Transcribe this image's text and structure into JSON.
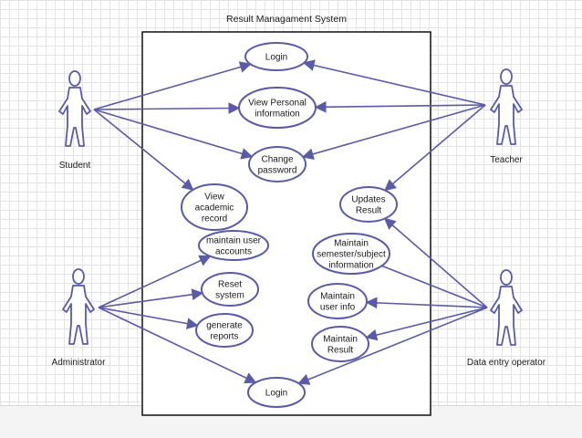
{
  "title": "Result Managament System",
  "colors": {
    "line": "#5a5aa6",
    "border": "#111111",
    "actor": "#5a5aa6"
  },
  "actors": {
    "student": "Student",
    "teacher": "Teacher",
    "administrator": "Administrator",
    "data_entry_operator": "Data entry operator"
  },
  "use_cases": {
    "login_top": [
      "Login"
    ],
    "view_personal_information": [
      "View Personal",
      "information"
    ],
    "change_password": [
      "Change",
      "password"
    ],
    "view_academic_record": [
      "View",
      "academic",
      "record"
    ],
    "updates_result": [
      "Updates",
      "Result"
    ],
    "maintain_user_accounts": [
      "maintain user",
      "accounts"
    ],
    "maintain_semester_subject_information": [
      "Maintain",
      "semester/subject",
      "information"
    ],
    "reset_system": [
      "Reset",
      "system"
    ],
    "maintain_user_info": [
      "Maintain",
      "user info"
    ],
    "generate_reports": [
      "generate",
      "reports"
    ],
    "maintain_result": [
      "Maintain",
      "Result"
    ],
    "login_bottom": [
      "Login"
    ]
  }
}
